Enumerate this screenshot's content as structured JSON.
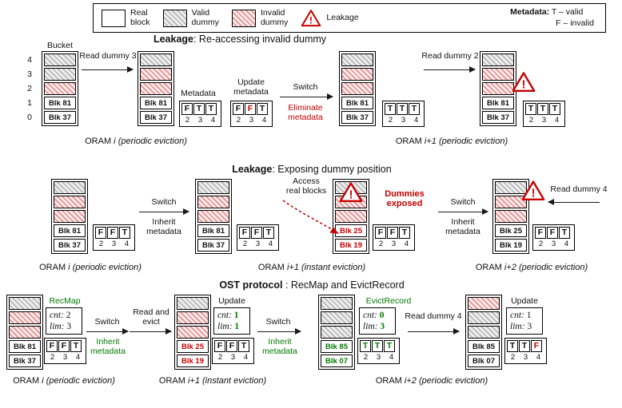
{
  "legend": {
    "real": {
      "l1": "Real",
      "l2": "block"
    },
    "valid": {
      "l1": "Valid",
      "l2": "dummy"
    },
    "invalid": {
      "l1": "Invalid",
      "l2": "dummy"
    },
    "leakage": "Leakage",
    "metadata_label": "Metadata:",
    "metadata_valid": "T – valid",
    "metadata_invalid": "F – invalid"
  },
  "row1": {
    "title_bold": "Leakage",
    "title_rest": ": Re-accessing invalid dummy",
    "bucket_label": "Bucket",
    "indices": [
      "4",
      "3",
      "2",
      "1",
      "0"
    ],
    "read3_label": "Read dummy 3",
    "metadata_col_label": "Metadata",
    "update_l1": "Update",
    "update_l2": "metadata",
    "switch_label": "Switch",
    "eliminate_l1": "Eliminate",
    "eliminate_l2": "metadata",
    "eliminate_c": "r",
    "read2_label": "Read dummy 2",
    "b1": {
      "cells": [
        {
          "type": "valid"
        },
        {
          "type": "valid"
        },
        {
          "type": "invalid"
        },
        {
          "type": "real",
          "label": "Blk 81"
        },
        {
          "type": "real",
          "label": "Blk 37"
        }
      ]
    },
    "b2": {
      "cells": [
        {
          "type": "valid"
        },
        {
          "type": "invalid"
        },
        {
          "type": "invalid"
        },
        {
          "type": "real",
          "label": "Blk 81"
        },
        {
          "type": "real",
          "label": "Blk 37"
        }
      ]
    },
    "b3": {
      "cells": [
        {
          "type": "valid"
        },
        {
          "type": "invalid"
        },
        {
          "type": "invalid"
        },
        {
          "type": "real",
          "label": "Blk 81"
        },
        {
          "type": "real",
          "label": "Blk 37"
        }
      ]
    },
    "b4": {
      "cells": [
        {
          "type": "valid"
        },
        {
          "type": "invalid"
        },
        {
          "type": "invalid"
        },
        {
          "type": "real",
          "label": "Blk 81"
        },
        {
          "type": "real",
          "label": "Blk 37"
        }
      ]
    },
    "m1": {
      "letters": [
        {
          "t": "F"
        },
        {
          "t": "T"
        },
        {
          "t": "T"
        }
      ],
      "nums": [
        "2",
        "3",
        "4"
      ]
    },
    "m2": {
      "letters": [
        {
          "t": "F"
        },
        {
          "t": "F",
          "c": "r"
        },
        {
          "t": "T"
        }
      ],
      "nums": [
        "2",
        "3",
        "4"
      ]
    },
    "m3": {
      "letters": [
        {
          "t": "T"
        },
        {
          "t": "T"
        },
        {
          "t": "T"
        }
      ],
      "nums": [
        "2",
        "3",
        "4"
      ]
    },
    "m4": {
      "letters": [
        {
          "t": "T"
        },
        {
          "t": "T"
        },
        {
          "t": "T"
        }
      ],
      "nums": [
        "2",
        "3",
        "4"
      ]
    },
    "cap1": {
      "pre": "ORAM",
      "idx": "i",
      "mode": "(periodic eviction)"
    },
    "cap2": {
      "pre": "ORAM",
      "idx": "i+1",
      "mode": "(periodic eviction)"
    }
  },
  "row2": {
    "title_bold": "Leakage",
    "title_rest": ": Exposing dummy position",
    "switch1": {
      "label": "Switch",
      "sub_l1": "Inherit",
      "sub_l2": "metadata",
      "sub_c": "k"
    },
    "switch2": {
      "label": "Switch",
      "sub_l1": "Inherit",
      "sub_l2": "metadata",
      "sub_c": "k"
    },
    "access_l1": "Access",
    "access_l2": "real blocks",
    "dummies_l1": "Dummies",
    "dummies_l2": "exposed",
    "dummies_c": "r",
    "read4_label": "Read dummy 4",
    "b1": {
      "cells": [
        {
          "type": "valid"
        },
        {
          "type": "invalid"
        },
        {
          "type": "invalid"
        },
        {
          "type": "real",
          "label": "Blk 81"
        },
        {
          "type": "real",
          "label": "Blk 37"
        }
      ]
    },
    "b2": {
      "cells": [
        {
          "type": "valid"
        },
        {
          "type": "invalid"
        },
        {
          "type": "invalid"
        },
        {
          "type": "real",
          "label": "Blk 81"
        },
        {
          "type": "real",
          "label": "Blk 37"
        }
      ]
    },
    "b3": {
      "cells": [
        {
          "type": "valid"
        },
        {
          "type": "invalid"
        },
        {
          "type": "invalid"
        },
        {
          "type": "real",
          "label": "Blk 25",
          "c": "r"
        },
        {
          "type": "real",
          "label": "Blk 19",
          "c": "r"
        }
      ]
    },
    "b4": {
      "cells": [
        {
          "type": "valid"
        },
        {
          "type": "invalid"
        },
        {
          "type": "invalid"
        },
        {
          "type": "real",
          "label": "Blk 25"
        },
        {
          "type": "real",
          "label": "Blk 19"
        }
      ]
    },
    "m1": {
      "letters": [
        {
          "t": "F"
        },
        {
          "t": "F"
        },
        {
          "t": "T"
        }
      ],
      "nums": [
        "2",
        "3",
        "4"
      ]
    },
    "m2": {
      "letters": [
        {
          "t": "F"
        },
        {
          "t": "F"
        },
        {
          "t": "T"
        }
      ],
      "nums": [
        "2",
        "3",
        "4"
      ]
    },
    "m3": {
      "letters": [
        {
          "t": "F"
        },
        {
          "t": "F"
        },
        {
          "t": "T"
        }
      ],
      "nums": [
        "2",
        "3",
        "4"
      ]
    },
    "m4": {
      "letters": [
        {
          "t": "F"
        },
        {
          "t": "F"
        },
        {
          "t": "T"
        }
      ],
      "nums": [
        "2",
        "3",
        "4"
      ]
    },
    "cap1": {
      "pre": "ORAM",
      "idx": "i",
      "mode": "(periodic eviction)"
    },
    "cap2": {
      "pre": "ORAM",
      "idx": "i+1",
      "mode": "(instant eviction)"
    },
    "cap3": {
      "pre": "ORAM",
      "idx": "i+2",
      "mode": "(periodic eviction)"
    }
  },
  "row3": {
    "title_bold": "OST protocol",
    "title_rest": " : RecMap and EvictRecord",
    "recmap_label": "RecMap",
    "evictrecord_label": "EvictRecord",
    "update2_label": "Update",
    "update4_label": "Update",
    "readevict_l1": "Read and",
    "readevict_l2": "evict",
    "read4_label": "Read dummy 4",
    "switch1": {
      "label": "Switch",
      "sub_l1": "Inherit",
      "sub_l2": "metadata",
      "sub_c": "g"
    },
    "switch2": {
      "label": "Switch",
      "sub_l1": "Inherit",
      "sub_l2": "metadata",
      "sub_c": "g"
    },
    "c1": {
      "l1": "cnt:",
      "v1": "2",
      "l2": "lim:",
      "v2": "3"
    },
    "c2": {
      "l1": "cnt:",
      "v1": "1",
      "c1": "g",
      "l2": "lim:",
      "v2": "1",
      "c2": "g"
    },
    "c3": {
      "l1": "cnt:",
      "v1": "0",
      "c1": "g",
      "l2": "lim:",
      "v2": "3",
      "c2": "g"
    },
    "c4": {
      "l1": "cnt:",
      "v1": "1",
      "l2": "lim:",
      "v2": "3"
    },
    "b1": {
      "cells": [
        {
          "type": "valid"
        },
        {
          "type": "invalid"
        },
        {
          "type": "invalid"
        },
        {
          "type": "real",
          "label": "Blk 81"
        },
        {
          "type": "real",
          "label": "Blk 37"
        }
      ]
    },
    "b2": {
      "cells": [
        {
          "type": "valid"
        },
        {
          "type": "invalid"
        },
        {
          "type": "invalid"
        },
        {
          "type": "real",
          "label": "Blk 25",
          "c": "r"
        },
        {
          "type": "real",
          "label": "Blk 19",
          "c": "r"
        }
      ]
    },
    "b3": {
      "cells": [
        {
          "type": "valid"
        },
        {
          "type": "valid"
        },
        {
          "type": "valid"
        },
        {
          "type": "real",
          "label": "Blk 85",
          "c": "g"
        },
        {
          "type": "real",
          "label": "Blk 07",
          "c": "g"
        }
      ]
    },
    "b4": {
      "cells": [
        {
          "type": "invalid"
        },
        {
          "type": "valid"
        },
        {
          "type": "valid"
        },
        {
          "type": "real",
          "label": "Blk 85"
        },
        {
          "type": "real",
          "label": "Blk 07"
        }
      ]
    },
    "m1": {
      "letters": [
        {
          "t": "F"
        },
        {
          "t": "F"
        },
        {
          "t": "T"
        }
      ],
      "nums": [
        "2",
        "3",
        "4"
      ]
    },
    "m2": {
      "letters": [
        {
          "t": "F"
        },
        {
          "t": "F"
        },
        {
          "t": "T"
        }
      ],
      "nums": [
        "2",
        "3",
        "4"
      ]
    },
    "m3": {
      "letters": [
        {
          "t": "T",
          "c": "g"
        },
        {
          "t": "T",
          "c": "g"
        },
        {
          "t": "T",
          "c": "g"
        }
      ],
      "nums": [
        "2",
        "3",
        "4"
      ]
    },
    "m4": {
      "letters": [
        {
          "t": "T"
        },
        {
          "t": "T"
        },
        {
          "t": "F",
          "c": "r"
        }
      ],
      "nums": [
        "2",
        "3",
        "4"
      ]
    },
    "cap1": {
      "pre": "ORAM",
      "idx": "i",
      "mode": "(periodic eviction)"
    },
    "cap2": {
      "pre": "ORAM",
      "idx": "i+1",
      "mode": "(instant eviction)"
    },
    "cap3": {
      "pre": "ORAM",
      "idx": "i+2",
      "mode": "(periodic eviction)"
    }
  }
}
